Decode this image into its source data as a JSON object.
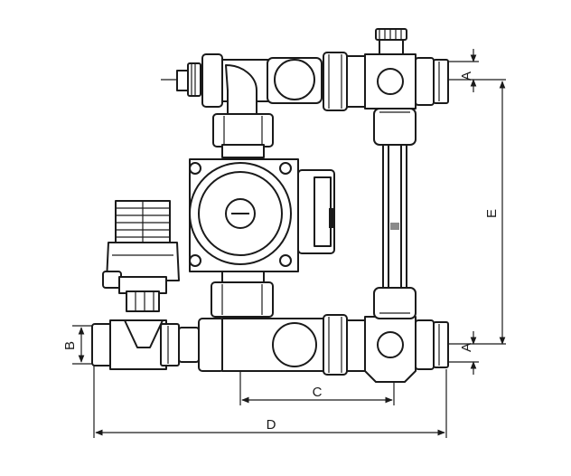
{
  "dimensions": {
    "a_top": "A",
    "e": "E",
    "a_bottom": "A",
    "b": "B",
    "c": "C",
    "d": "D"
  }
}
